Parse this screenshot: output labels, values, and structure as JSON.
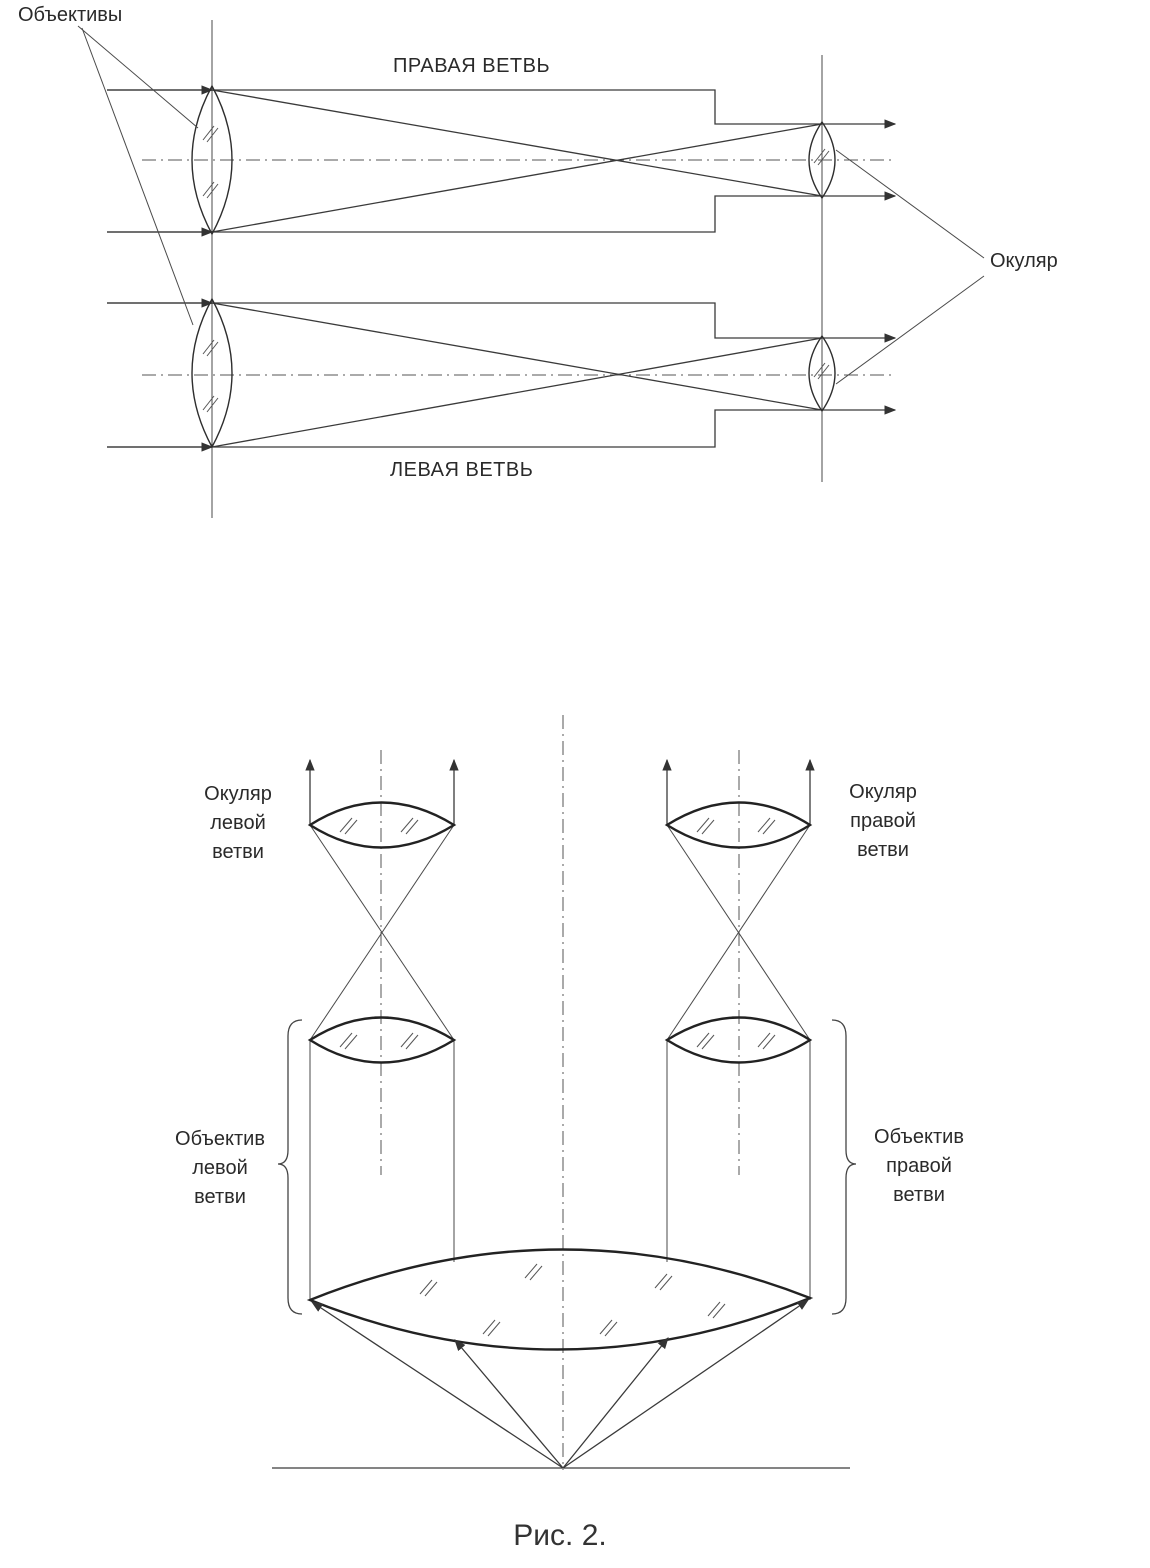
{
  "top_diagram": {
    "label_objectives": "Объективы",
    "label_right_branch": "ПРАВАЯ ВЕТВЬ",
    "label_left_branch": "ЛЕВАЯ ВЕТВЬ",
    "label_eyepiece": "Окуляр"
  },
  "bottom_diagram": {
    "eyepiece_left": [
      "Окуляр",
      "левой",
      "ветви"
    ],
    "eyepiece_right": [
      "Окуляр",
      "правой",
      "ветви"
    ],
    "objective_left": [
      "Объектив",
      "левой",
      "ветви"
    ],
    "objective_right": [
      "Объектив",
      "правой",
      "ветви"
    ]
  },
  "caption": "Рис. 2.",
  "colors": {
    "line": "#3a3a3a",
    "background": "#ffffff"
  }
}
